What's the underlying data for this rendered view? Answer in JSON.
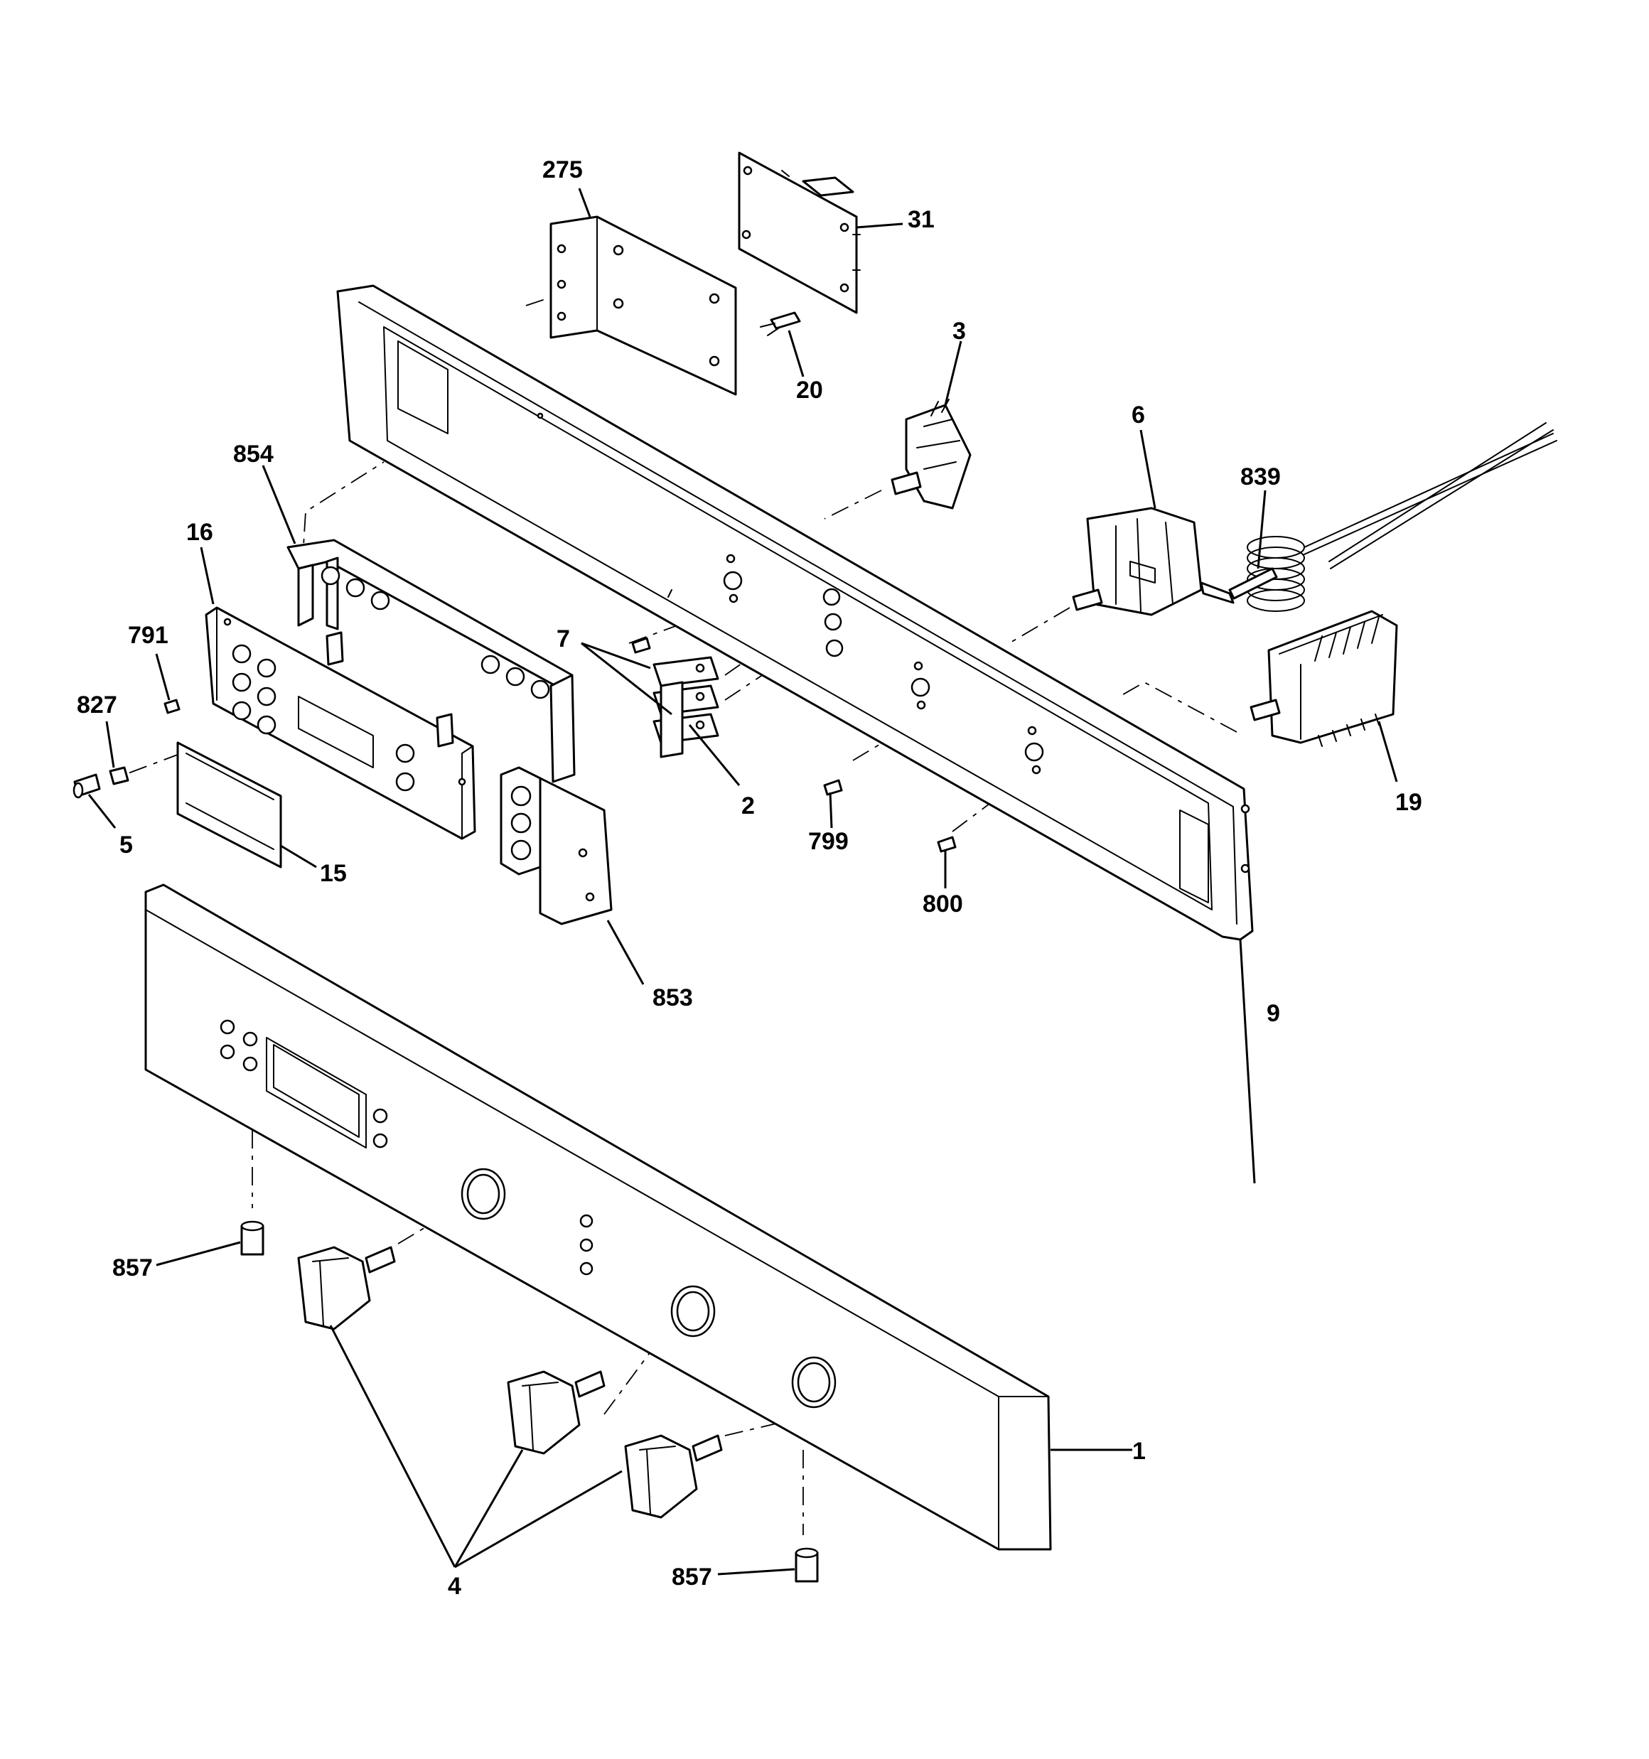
{
  "callouts": {
    "c1": "1",
    "c2": "2",
    "c3": "3",
    "c4": "4",
    "c5": "5",
    "c6": "6",
    "c7": "7",
    "c9": "9",
    "c15": "15",
    "c16": "16",
    "c19": "19",
    "c20": "20",
    "c31": "31",
    "c275": "275",
    "c791": "791",
    "c799": "799",
    "c800": "800",
    "c827": "827",
    "c839": "839",
    "c853": "853",
    "c854": "854",
    "c857a": "857",
    "c857b": "857"
  },
  "colors": {
    "line": "#000000",
    "background": "#ffffff"
  }
}
